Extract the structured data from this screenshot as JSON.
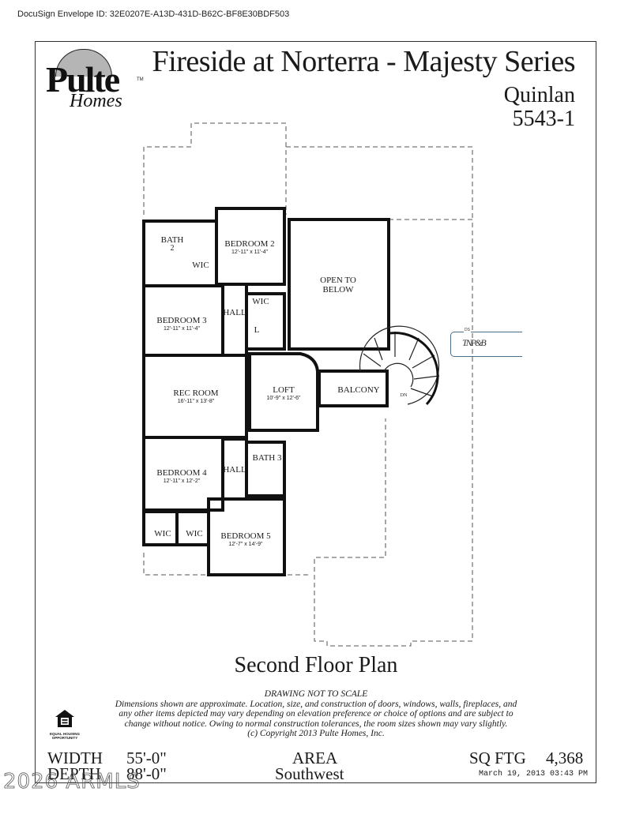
{
  "envelope": {
    "label": "DocuSign Envelope ID: 32E0207E-A13D-431D-B62C-BF8E30BDF503"
  },
  "logo": {
    "brand": "Pulte",
    "sub": "Homes",
    "tm": "TM"
  },
  "header": {
    "title": "Fireside at Norterra - Majesty Series",
    "model_name": "Quinlan",
    "model_number": "5543-1"
  },
  "rooms": [
    {
      "name": "BEDROOM 2",
      "dims": "12'-11\" x 11'-4\""
    },
    {
      "name": "BATH",
      "dims": "2"
    },
    {
      "name": "WIC",
      "dims": ""
    },
    {
      "name": "OPEN TO",
      "dims": "BELOW"
    },
    {
      "name": "WIC",
      "dims": ""
    },
    {
      "name": "BEDROOM 3",
      "dims": "12'-11\" x 11'-4\""
    },
    {
      "name": "HALL",
      "dims": ""
    },
    {
      "name": "L",
      "dims": ""
    },
    {
      "name": "REC ROOM",
      "dims": "16'-11\" x 13'-8\""
    },
    {
      "name": "LOFT",
      "dims": "10'-9\" x 12'-6\""
    },
    {
      "name": "BALCONY",
      "dims": ""
    },
    {
      "name": "DN",
      "dims": ""
    },
    {
      "name": "BATH 3",
      "dims": ""
    },
    {
      "name": "HALL",
      "dims": ""
    },
    {
      "name": "BEDROOM 4",
      "dims": "12'-11\" x 12'-2\""
    },
    {
      "name": "WIC",
      "dims": ""
    },
    {
      "name": "WIC",
      "dims": ""
    },
    {
      "name": "BEDROOM 5",
      "dims": "12'-7\" x 14'-9\""
    }
  ],
  "signature": {
    "tag": "DS",
    "initials": "TNP&B"
  },
  "plan_title": "Second Floor Plan",
  "disclaimer": {
    "heading": "DRAWING NOT TO SCALE",
    "line1": "Dimensions shown are approximate.  Location, size, and construction of doors, windows, walls, fireplaces, and",
    "line2": "any other items depicted may vary depending on elevation preference or choice of options and are subject to",
    "line3": "change without notice.  Owing to normal construction tolerances, the room sizes shown may vary slightly.",
    "copyright": "(c) Copyright 2013 Pulte Homes, Inc."
  },
  "eho": {
    "line1": "EQUAL HOUSING",
    "line2": "OPPORTUNITY"
  },
  "specs": {
    "width_label": "WIDTH",
    "width_value": "55'-0\"",
    "depth_label": "DEPTH",
    "depth_value": "88'-0\"",
    "area_label": "AREA",
    "area_value": "Southwest",
    "sqftg_label": "SQ FTG",
    "sqftg_value": "4,368"
  },
  "timestamp": "March 19, 2013   03:43 PM",
  "watermark": "2026 ARMLS"
}
